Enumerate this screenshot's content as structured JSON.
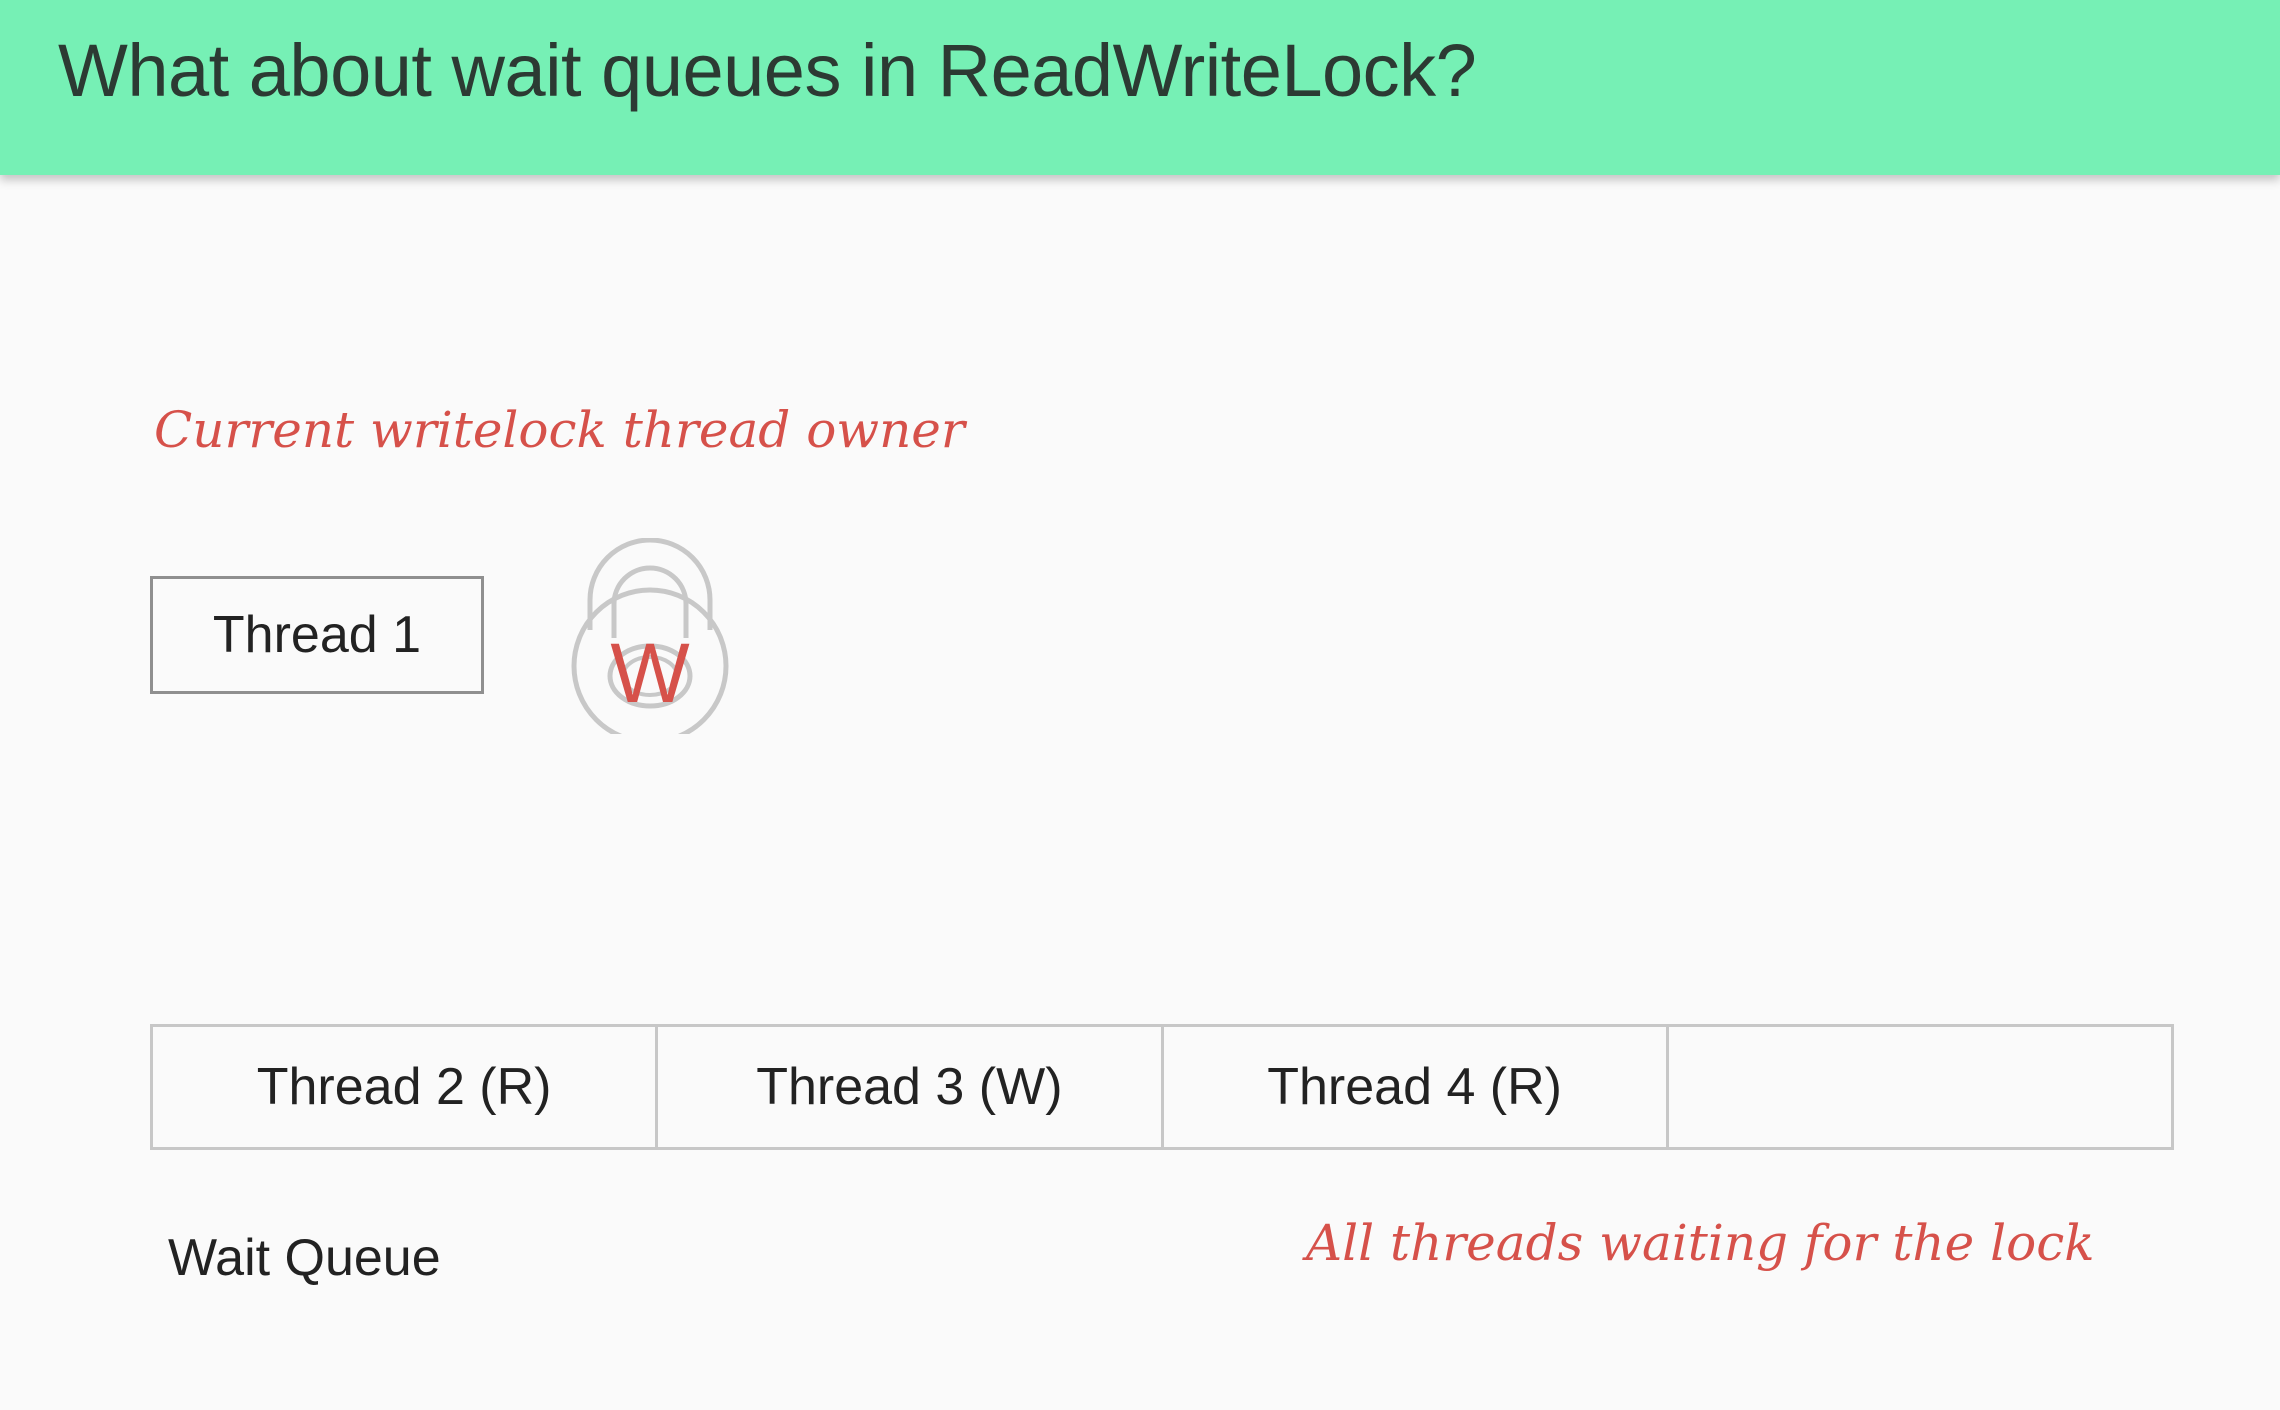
{
  "slide": {
    "title": "What about wait queues in ReadWriteLock?"
  },
  "owner": {
    "note": "Current writelock thread owner",
    "thread_label": "Thread 1",
    "lock_letter": "W"
  },
  "wait_queue": {
    "slots": [
      "Thread 2 (R)",
      "Thread 3 (W)",
      "Thread 4 (R)",
      ""
    ],
    "label": "Wait Queue",
    "note": "All threads waiting for the lock"
  },
  "colors": {
    "header": "#76f0b5",
    "accent_red": "#d6514a",
    "background": "#fafafa"
  },
  "icons": {
    "lock": "padlock-icon"
  }
}
